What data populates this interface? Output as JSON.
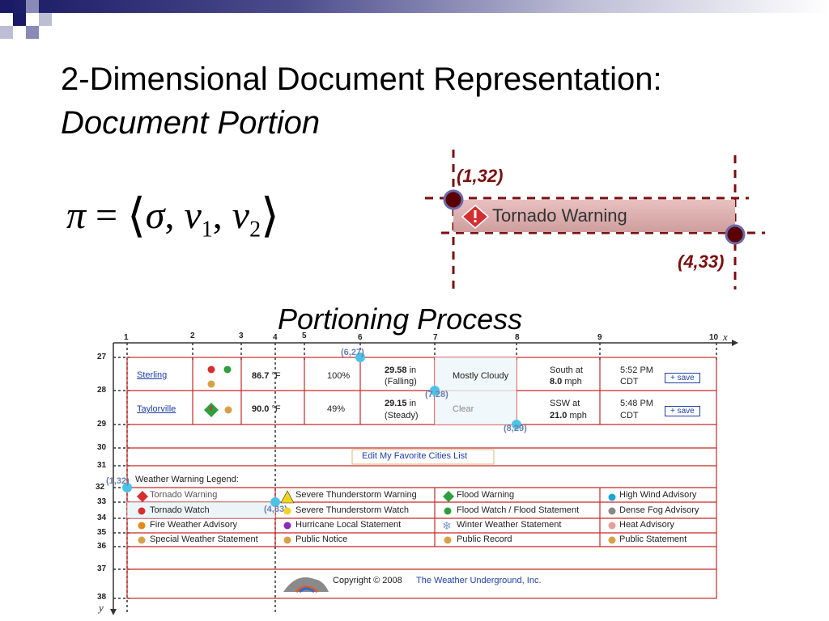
{
  "slide": {
    "title_line1": "2-Dimensional Document Representation:",
    "title_line2": "Document Portion",
    "formula": {
      "pi": "π",
      "eq": "=",
      "sigma": "σ",
      "v": "v",
      "sub1": "1",
      "sub2": "2"
    },
    "subtitle": "Portioning Process"
  },
  "zoom": {
    "coord_start": "(1,32)",
    "coord_end": "(4,33)",
    "label": "Tornado Warning"
  },
  "table": {
    "x_ticks": [
      "1",
      "2",
      "3",
      "4",
      "5",
      "6",
      "7",
      "8",
      "9",
      "10"
    ],
    "x_axis_label": "x",
    "y_ticks": [
      "27",
      "28",
      "29",
      "30",
      "31",
      "32",
      "33",
      "34",
      "35",
      "36",
      "37",
      "38"
    ],
    "y_axis_label": "y",
    "point_labels": [
      "(6,27)",
      "(7,28)",
      "(8,29)",
      "(1,32)",
      "(4,33)"
    ],
    "rows": [
      {
        "city": "Sterling",
        "temp": "86.7",
        "temp_unit": "°F",
        "humidity": "100%",
        "pressure": "29.58",
        "pressure_unit": "in",
        "trend": "(Falling)",
        "conditions": "Mostly Cloudy",
        "wind_dir": "South at",
        "wind_speed": "8.0",
        "wind_unit": "mph",
        "time": "5:52 PM",
        "tz": "CDT",
        "save": "+ save"
      },
      {
        "city": "Taylorville",
        "temp": "90.0",
        "temp_unit": "°F",
        "humidity": "49%",
        "pressure": "29.15",
        "pressure_unit": "in",
        "trend": "(Steady)",
        "conditions": "Clear",
        "wind_dir": "SSW at",
        "wind_speed": "21.0",
        "wind_unit": "mph",
        "time": "5:48 PM",
        "tz": "CDT",
        "save": "+ save"
      }
    ],
    "edit_link": "Edit My Favorite Cities List",
    "legend_title": "Weather Warning Legend:",
    "legend": [
      [
        "Tornado Warning",
        "Severe Thunderstorm Warning",
        "Flood Warning",
        "High Wind Advisory"
      ],
      [
        "Tornado Watch",
        "Severe Thunderstorm Watch",
        "Flood Watch / Flood Statement",
        "Dense Fog Advisory"
      ],
      [
        "Fire Weather Advisory",
        "Hurricane Local Statement",
        "Winter Weather Statement",
        "Heat Advisory"
      ],
      [
        "Special Weather Statement",
        "Public Notice",
        "Public Record",
        "Public Statement"
      ]
    ],
    "footer_copyright": "Copyright © 2008",
    "footer_link": "The Weather Underground, Inc."
  },
  "colors": {
    "accent": "#1a1a66",
    "grid": "#c62828",
    "dashed": "#7a0f0f",
    "point": "#4cc3e6"
  }
}
